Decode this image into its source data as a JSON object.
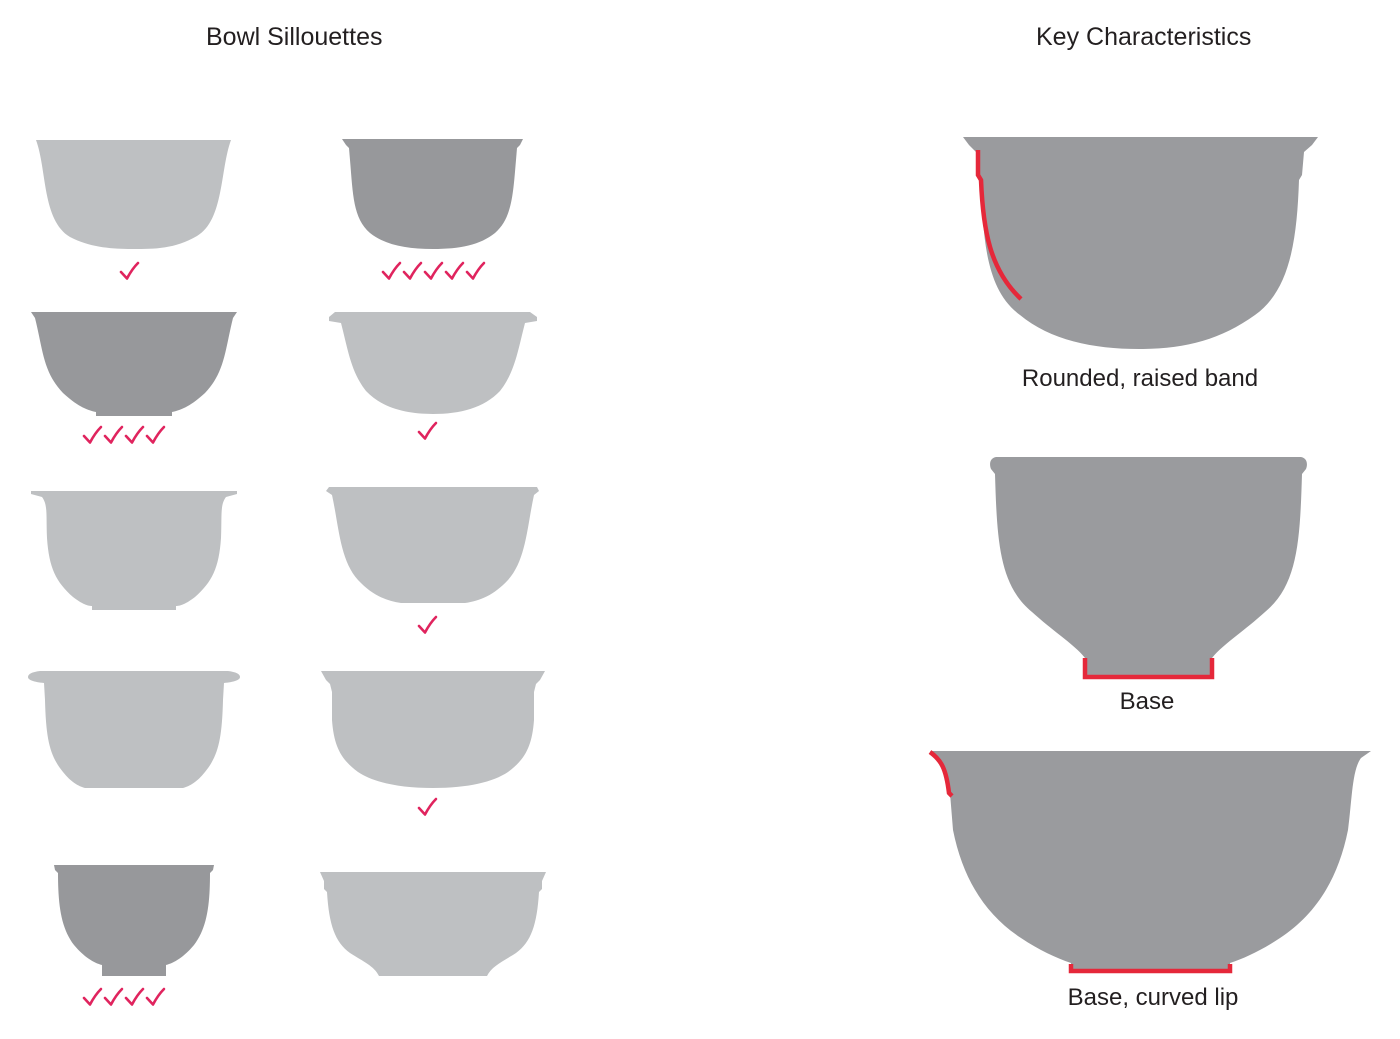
{
  "headings": {
    "left": "Bowl Sillouettes",
    "right": "Key Characteristics"
  },
  "silhouettes": [
    {
      "id": "bowl-1",
      "tone": "light",
      "checks": 1
    },
    {
      "id": "bowl-2",
      "tone": "dark",
      "checks": 5
    },
    {
      "id": "bowl-3",
      "tone": "dark",
      "checks": 4
    },
    {
      "id": "bowl-4",
      "tone": "light",
      "checks": 1
    },
    {
      "id": "bowl-5",
      "tone": "light",
      "checks": 0
    },
    {
      "id": "bowl-6",
      "tone": "light",
      "checks": 1
    },
    {
      "id": "bowl-7",
      "tone": "light",
      "checks": 0
    },
    {
      "id": "bowl-8",
      "tone": "light",
      "checks": 1
    },
    {
      "id": "bowl-9",
      "tone": "dark",
      "checks": 4
    },
    {
      "id": "bowl-10",
      "tone": "light",
      "checks": 0
    }
  ],
  "characteristics": [
    {
      "label": "Rounded, raised band"
    },
    {
      "label": "Base"
    },
    {
      "label": "Base, curved lip"
    }
  ],
  "colors": {
    "light_bowl": "#bec0c2",
    "dark_bowl": "#97989b",
    "highlight": "#e5283a",
    "check": "#e0245e"
  }
}
